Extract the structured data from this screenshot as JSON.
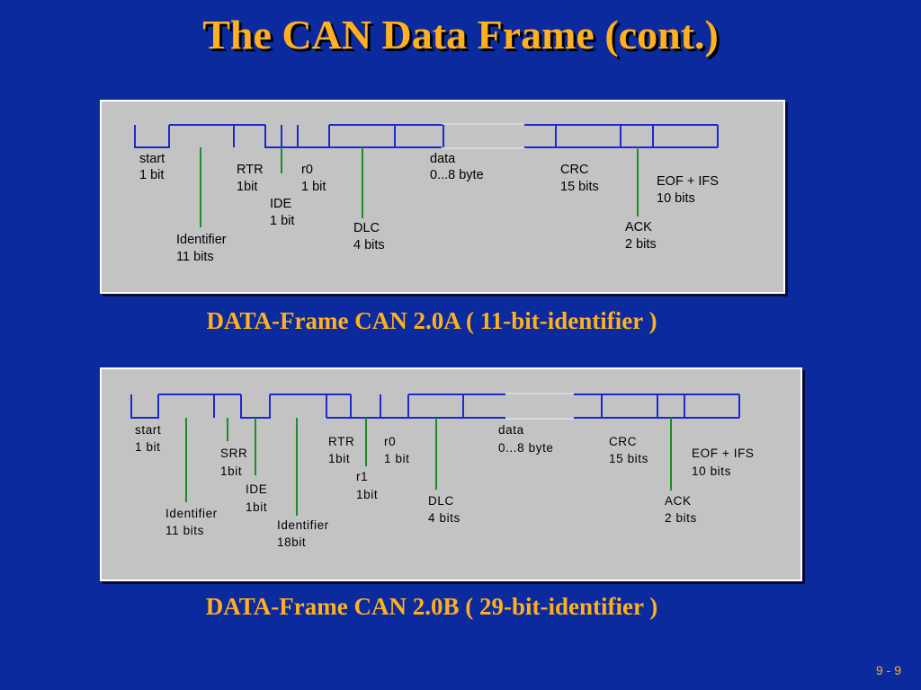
{
  "title": "The CAN Data Frame (cont.)",
  "frame_a": {
    "caption": "DATA-Frame CAN 2.0A ( 11-bit-identifier )",
    "fields": [
      {
        "id": "start",
        "line1": "start",
        "line2": "1 bit"
      },
      {
        "id": "identifier",
        "line1": "Identifier",
        "line2": "11 bits"
      },
      {
        "id": "rtr",
        "line1": "RTR",
        "line2": "1bit"
      },
      {
        "id": "ide",
        "line1": "IDE",
        "line2": "1 bit"
      },
      {
        "id": "r0",
        "line1": "r0",
        "line2": "1 bit"
      },
      {
        "id": "dlc",
        "line1": "DLC",
        "line2": "4 bits"
      },
      {
        "id": "data",
        "line1": "data",
        "line2": "0...8 byte"
      },
      {
        "id": "crc",
        "line1": "CRC",
        "line2": "15 bits"
      },
      {
        "id": "ack",
        "line1": "ACK",
        "line2": "2 bits"
      },
      {
        "id": "eof",
        "line1": "EOF + IFS",
        "line2": "10 bits"
      }
    ]
  },
  "frame_b": {
    "caption": "DATA-Frame CAN 2.0B ( 29-bit-identifier )",
    "fields": [
      {
        "id": "start",
        "line1": "start",
        "line2": "1 bit"
      },
      {
        "id": "identifier11",
        "line1": "Identifier",
        "line2": "11 bits"
      },
      {
        "id": "srr",
        "line1": "SRR",
        "line2": "1bit"
      },
      {
        "id": "ide",
        "line1": "IDE",
        "line2": "1bit"
      },
      {
        "id": "identifier18",
        "line1": "Identifier",
        "line2": "18bit"
      },
      {
        "id": "rtr",
        "line1": "RTR",
        "line2": "1bit"
      },
      {
        "id": "r1",
        "line1": "r1",
        "line2": "1bit"
      },
      {
        "id": "r0",
        "line1": "r0",
        "line2": "1 bit"
      },
      {
        "id": "dlc",
        "line1": "DLC",
        "line2": "4 bits"
      },
      {
        "id": "data",
        "line1": "data",
        "line2": "0...8 byte"
      },
      {
        "id": "crc",
        "line1": "CRC",
        "line2": "15 bits"
      },
      {
        "id": "ack",
        "line1": "ACK",
        "line2": "2 bits"
      },
      {
        "id": "eof",
        "line1": "EOF + IFS",
        "line2": "10 bits"
      }
    ]
  },
  "page_number": "9 - 9",
  "colors": {
    "background": "#0b2a9e",
    "title": "#ffb020",
    "panel": "#c3c3c3",
    "signal_line": "#1a2ad0",
    "pointer_line": "#1f8a2a"
  }
}
